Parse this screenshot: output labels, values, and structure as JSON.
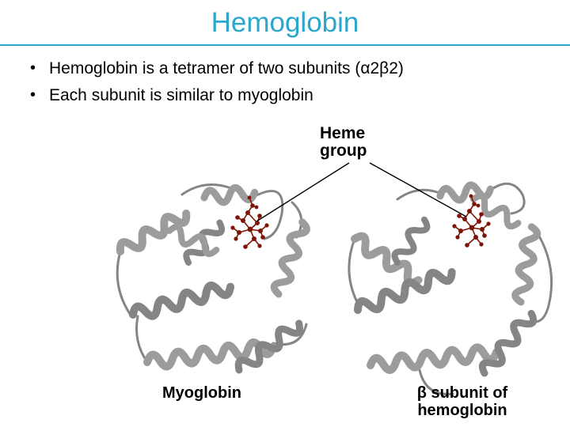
{
  "slide": {
    "title": "Hemoglobin",
    "bullets": [
      "Hemoglobin is a tetramer of two subunits (α2β2)",
      "Each subunit is similar to myoglobin"
    ]
  },
  "figure": {
    "heme_label": "Heme group",
    "captions": {
      "left": "Myoglobin",
      "right_line1": "β subunit of",
      "right_line2": "hemoglobin"
    }
  },
  "colors": {
    "accent": "#2ba7cd",
    "ribbon": "#9c9c9c",
    "ribbon_dark": "#858585",
    "heme": "#7d1407",
    "text": "#000000"
  }
}
